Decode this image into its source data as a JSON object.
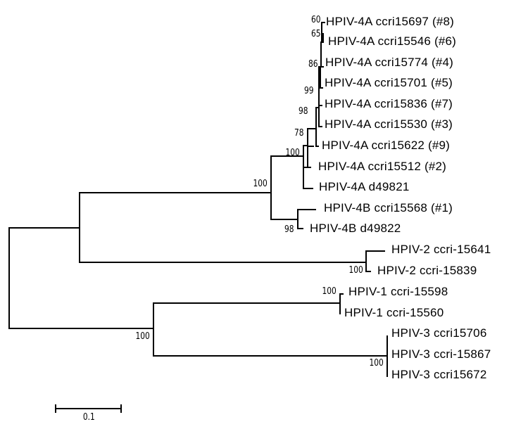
{
  "figure": {
    "type": "phylogenetic-tree",
    "scale_bar": {
      "label": "0.1"
    }
  },
  "leaves": [
    {
      "label": "HPIV-4A ccri15697 (#8)"
    },
    {
      "label": "HPIV-4A ccri15546 (#6)"
    },
    {
      "label": "HPIV-4A ccri15774 (#4)"
    },
    {
      "label": "HPIV-4A ccri15701 (#5)"
    },
    {
      "label": "HPIV-4A ccri15836 (#7)"
    },
    {
      "label": "HPIV-4A ccri15530 (#3)"
    },
    {
      "label": "HPIV-4A ccri15622 (#9)"
    },
    {
      "label": "HPIV-4A ccri15512 (#2)"
    },
    {
      "label": "HPIV-4A d49821"
    },
    {
      "label": "HPIV-4B ccri15568 (#1)"
    },
    {
      "label": "HPIV-4B d49822"
    },
    {
      "label": "HPIV-2 ccri-15641"
    },
    {
      "label": "HPIV-2 ccri-15839"
    },
    {
      "label": "HPIV-1 ccri-15598"
    },
    {
      "label": "HPIV-1 ccri-15560"
    },
    {
      "label": "HPIV-3 ccri15706"
    },
    {
      "label": "HPIV-3 ccri-15867"
    },
    {
      "label": "HPIV-3 ccri15672"
    }
  ],
  "bootstrap": [
    {
      "value": "60"
    },
    {
      "value": "65"
    },
    {
      "value": "86"
    },
    {
      "value": "99"
    },
    {
      "value": "98"
    },
    {
      "value": "78"
    },
    {
      "value": "100"
    },
    {
      "value": "100"
    },
    {
      "value": "98"
    },
    {
      "value": "100"
    },
    {
      "value": "100"
    },
    {
      "value": "100"
    },
    {
      "value": "100"
    }
  ]
}
